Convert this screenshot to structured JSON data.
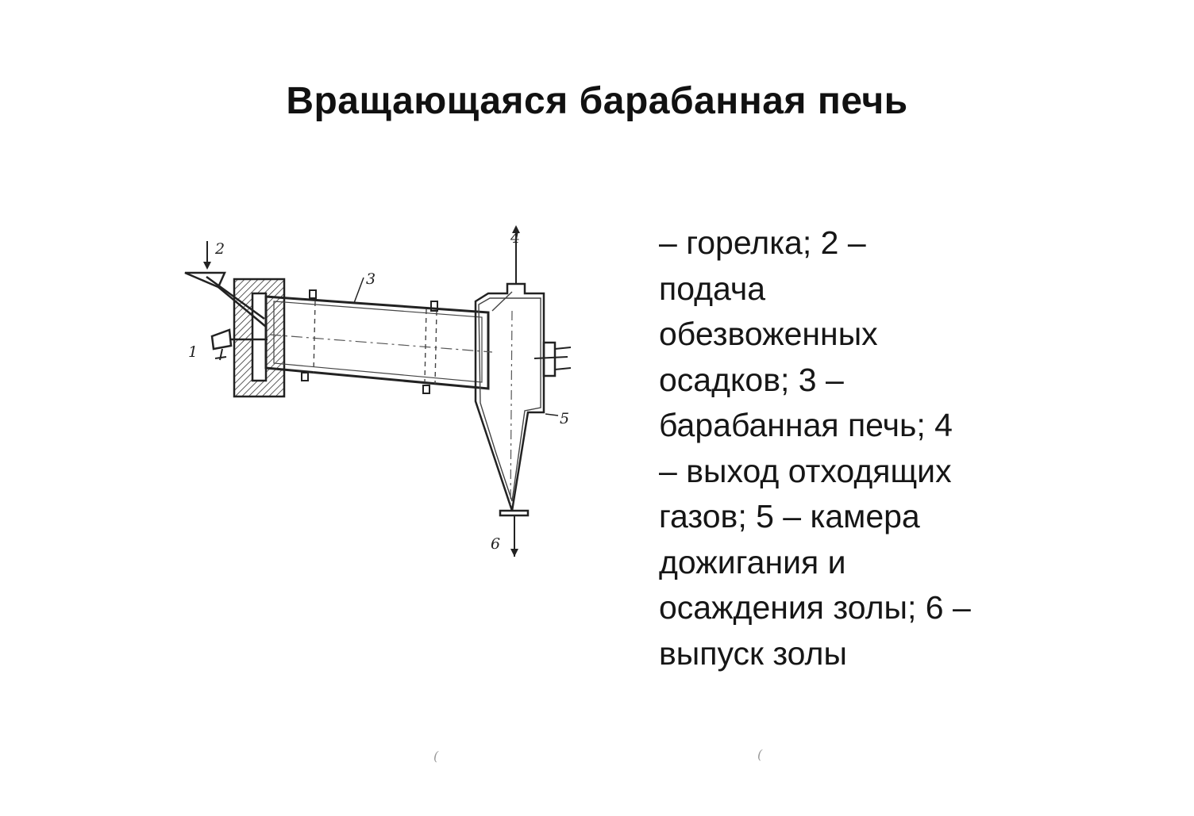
{
  "title": "Вращающаяся барабанная печь",
  "diagram": {
    "labels": {
      "l1": "1",
      "l2": "2",
      "l3": "3",
      "l4": "4",
      "l5": "5",
      "l6": "6"
    }
  },
  "caption": {
    "lines": [
      " – горелка; 2 –",
      "подача",
      "обезвоженных",
      "осадков; 3 –",
      "барабанная печь; 4",
      "– выход отходящих",
      "газов; 5 – камера",
      "дожигания и",
      "осаждения золы; 6 –",
      "выпуск золы"
    ]
  }
}
